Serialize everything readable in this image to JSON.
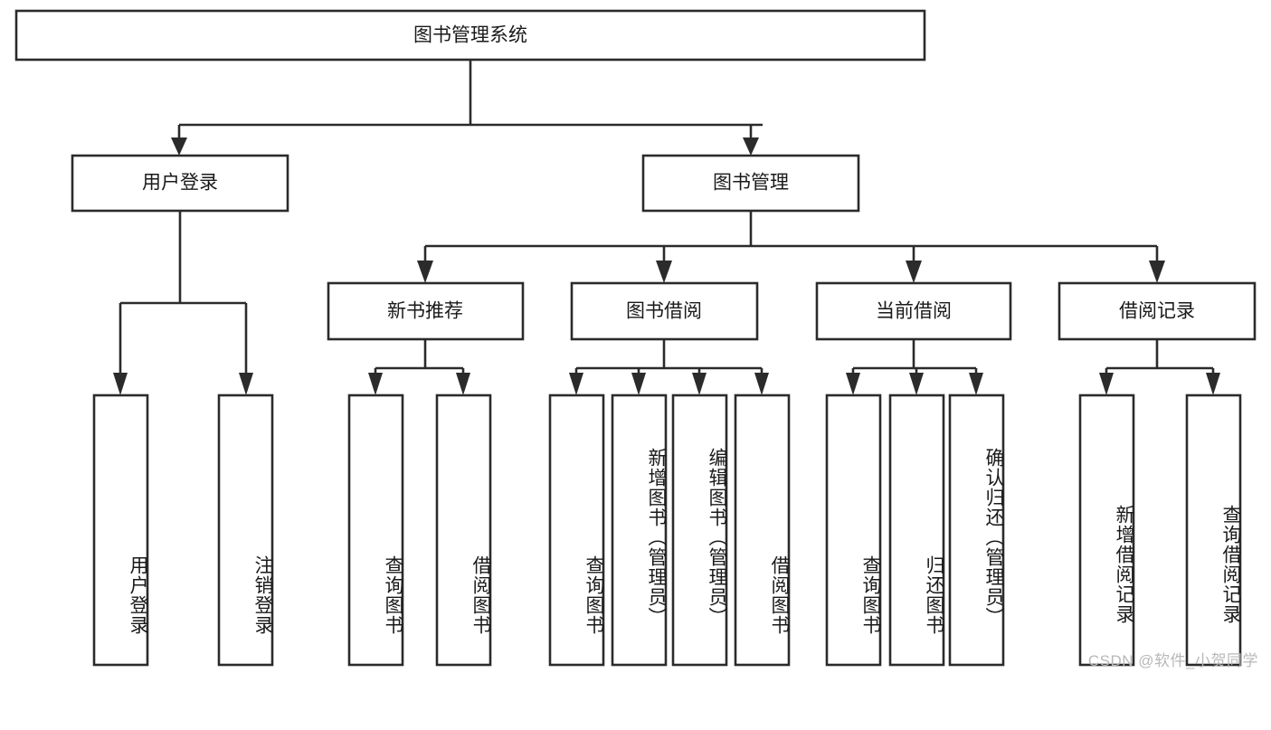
{
  "diagram": {
    "type": "tree-hierarchy",
    "title": "图书管理系统",
    "root": {
      "id": "root",
      "label": "图书管理系统"
    },
    "level1": [
      {
        "id": "user-login",
        "label": "用户登录"
      },
      {
        "id": "book-manage",
        "label": "图书管理"
      }
    ],
    "level2": [
      {
        "id": "new-book-recommend",
        "label": "新书推荐",
        "parent": "book-manage"
      },
      {
        "id": "book-borrow",
        "label": "图书借阅",
        "parent": "book-manage"
      },
      {
        "id": "current-borrow",
        "label": "当前借阅",
        "parent": "book-manage"
      },
      {
        "id": "borrow-record",
        "label": "借阅记录",
        "parent": "book-manage"
      }
    ],
    "leaves": [
      {
        "id": "leaf-user-login",
        "label": "用户登录",
        "parent": "user-login"
      },
      {
        "id": "leaf-logout",
        "label": "注销登录",
        "parent": "user-login"
      },
      {
        "id": "leaf-query-book-1",
        "label": "查询图书",
        "parent": "new-book-recommend"
      },
      {
        "id": "leaf-borrow-book-1",
        "label": "借阅图书",
        "parent": "new-book-recommend"
      },
      {
        "id": "leaf-query-book-2",
        "label": "查询图书",
        "parent": "book-borrow"
      },
      {
        "id": "leaf-add-book",
        "label": "新增图书（管理员）",
        "parent": "book-borrow"
      },
      {
        "id": "leaf-edit-book",
        "label": "编辑图书（管理员）",
        "parent": "book-borrow"
      },
      {
        "id": "leaf-borrow-book-2",
        "label": "借阅图书",
        "parent": "book-borrow"
      },
      {
        "id": "leaf-query-book-3",
        "label": "查询图书",
        "parent": "current-borrow"
      },
      {
        "id": "leaf-return-book",
        "label": "归还图书",
        "parent": "current-borrow"
      },
      {
        "id": "leaf-confirm-return",
        "label": "确认归还（管理员）",
        "parent": "current-borrow"
      },
      {
        "id": "leaf-add-record",
        "label": "新增借阅记录",
        "parent": "borrow-record"
      },
      {
        "id": "leaf-query-record",
        "label": "查询借阅记录",
        "parent": "borrow-record"
      }
    ],
    "colors": {
      "stroke": "#2b2b2b",
      "fill": "#ffffff",
      "text": "#1a1a1a",
      "watermark": "#b8b8b8",
      "background": "#ffffff"
    }
  },
  "watermark": {
    "text": "CSDN @软件_小贺同学"
  }
}
